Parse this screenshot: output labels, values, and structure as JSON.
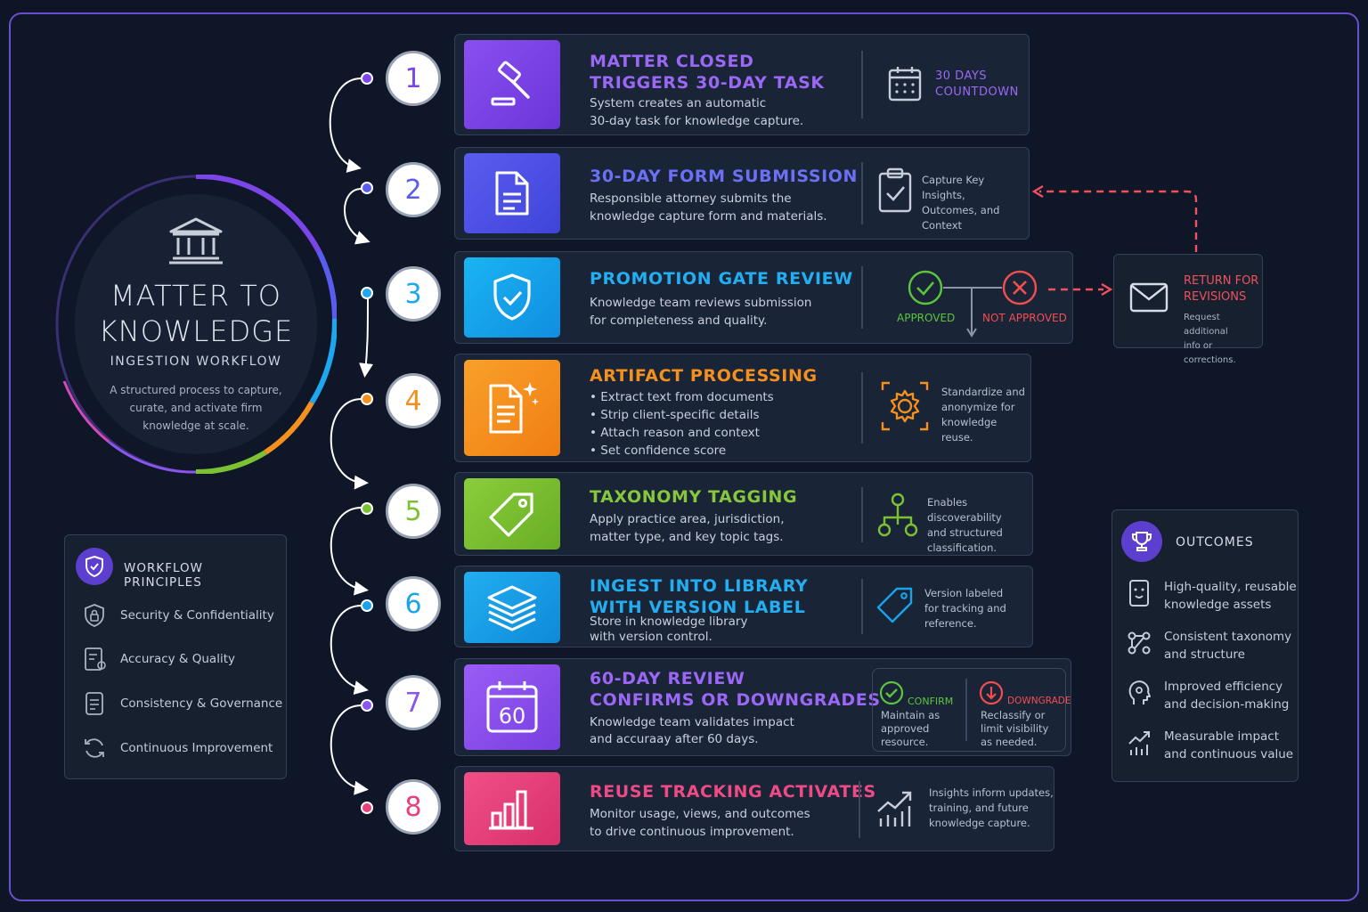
{
  "hero": {
    "title_line1": "MATTER TO",
    "title_line2": "KNOWLEDGE",
    "subtitle": "INGESTION WORKFLOW",
    "description": "A structured process to capture, curate, and activate firm knowledge at scale."
  },
  "principles": {
    "title": "WORKFLOW PRINCIPLES",
    "items": [
      "Security & Confidentiality",
      "Accuracy & Quality",
      "Consistency & Governance",
      "Continuous Improvement"
    ]
  },
  "steps": [
    {
      "number": "1",
      "color": "#7b45e8",
      "title_line1": "MATTER CLOSED",
      "title_line2": "TRIGGERS 30-DAY TASK",
      "desc_line1": "System creates an automatic",
      "desc_line2": "30-day task for knowledge capture.",
      "side_line1": "30 DAYS",
      "side_line2": "COUNTDOWN",
      "icon": "gavel-icon",
      "side_icon": "calendar-icon"
    },
    {
      "number": "2",
      "color": "#5a5cf0",
      "title_line1": "30-DAY FORM SUBMISSION",
      "desc_line1": "Responsible attorney submits the",
      "desc_line2": "knowledge capture form and materials.",
      "side_line1": "Capture Key Insights,",
      "side_line2": "Outcomes, and",
      "side_line3": "Context",
      "icon": "document-icon",
      "side_icon": "clipboard-check-icon"
    },
    {
      "number": "3",
      "color": "#1ea6ee",
      "title_line1": "PROMOTION GATE REVIEW",
      "desc_line1": "Knowledge team reviews submission",
      "desc_line2": "for completeness and quality.",
      "approved": "APPROVED",
      "not_approved": "NOT APPROVED",
      "icon": "shield-check-icon"
    },
    {
      "number": "4",
      "color": "#f4901e",
      "title_line1": "ARTIFACT PROCESSING",
      "bullets": [
        "Extract text from documents",
        "Strip client-specific details",
        "Attach reason and context",
        "Set confidence score"
      ],
      "side_line1": "Standardize and",
      "side_line2": "anonymize for",
      "side_line3": "knowledge reuse.",
      "icon": "document-sparkle-icon",
      "side_icon": "gear-icon"
    },
    {
      "number": "5",
      "color": "#7cc134",
      "title_line1": "TAXONOMY TAGGING",
      "desc_line1": "Apply practice area, jurisdiction,",
      "desc_line2": "matter type, and key topic tags.",
      "side_line1": "Enables discoverability",
      "side_line2": "and structured",
      "side_line3": "classification.",
      "icon": "tag-icon",
      "side_icon": "hierarchy-icon"
    },
    {
      "number": "6",
      "color": "#1aa3e8",
      "title_line1": "INGEST INTO LIBRARY",
      "title_line2": "WITH VERSION LABEL",
      "desc_line1": "Store in knowledge library",
      "desc_line2": "with version control.",
      "side_line1": "Version labeled",
      "side_line2": "for tracking and",
      "side_line3": "reference.",
      "icon": "layers-icon",
      "side_icon": "label-icon"
    },
    {
      "number": "7",
      "color": "#8a55f0",
      "title_line1": "60-DAY REVIEW",
      "title_line2": "CONFIRMS OR DOWNGRADES",
      "desc_line1": "Knowledge team validates impact",
      "desc_line2": "and accuraay after 60 days.",
      "tile_text": "60",
      "confirm": "CONFIRM",
      "confirm_desc_1": "Maintain as",
      "confirm_desc_2": "approved",
      "confirm_desc_3": "resource.",
      "downgrade": "DOWNGRADE",
      "downgrade_desc_1": "Reclassify or",
      "downgrade_desc_2": "limit visibility",
      "downgrade_desc_3": "as needed.",
      "icon": "calendar-60-icon"
    },
    {
      "number": "8",
      "color": "#e8407a",
      "title_line1": "REUSE TRACKING ACTIVATES",
      "desc_line1": "Monitor usage, views, and outcomes",
      "desc_line2": "to drive continuous improvement.",
      "side_line1": "Insights inform updates,",
      "side_line2": "training, and future",
      "side_line3": "knowledge capture.",
      "icon": "bar-chart-icon",
      "side_icon": "trend-chart-icon"
    }
  ],
  "return_box": {
    "title_line1": "RETURN FOR",
    "title_line2": "REVISIONS",
    "desc_line1": "Request additional",
    "desc_line2": "info or corrections."
  },
  "outcomes": {
    "title": "OUTCOMES",
    "items": [
      {
        "line1": "High-quality, reusable",
        "line2": "knowledge assets"
      },
      {
        "line1": "Consistent taxonomy",
        "line2": "and structure"
      },
      {
        "line1": "Improved efficiency",
        "line2": "and decision-making"
      },
      {
        "line1": "Measurable impact",
        "line2": "and continuous value"
      }
    ]
  },
  "colors": {
    "background": "#0e1628",
    "card": "#1a2437",
    "approved": "#5cc53b",
    "not_approved": "#f04f4f",
    "accent": "#6a4fd0"
  }
}
